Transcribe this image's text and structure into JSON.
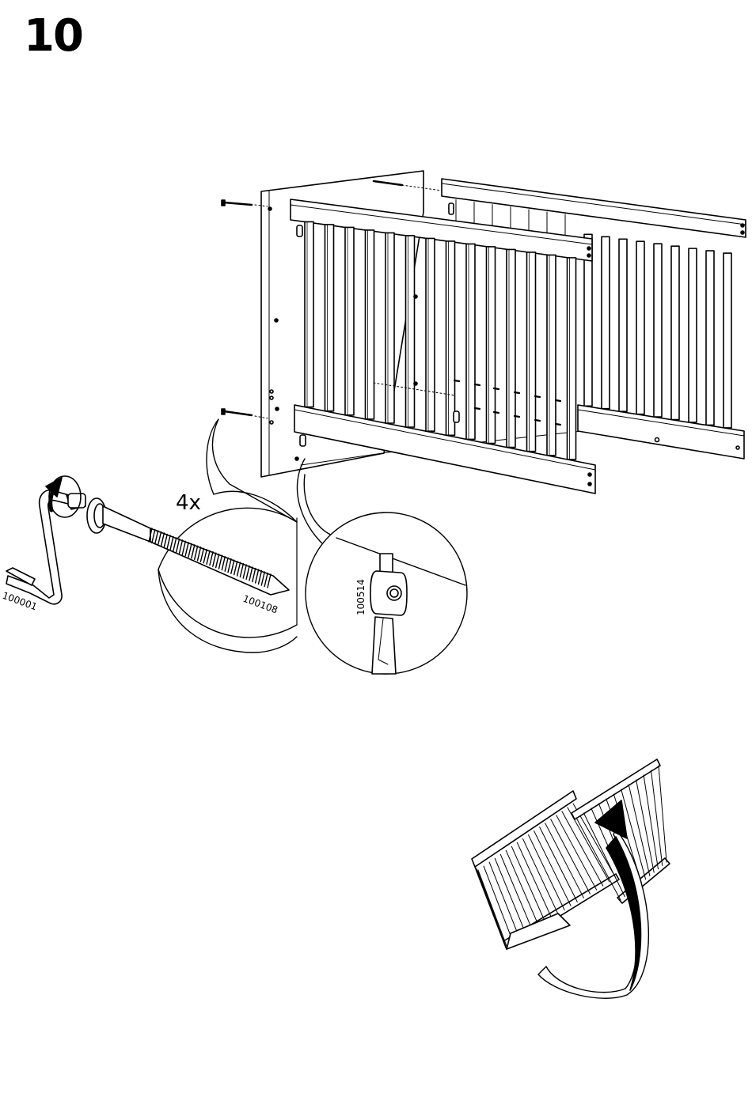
{
  "step": {
    "number": "10"
  },
  "callouts": {
    "quantity": "4x",
    "allen_key_part": "100001",
    "bolt_part": "100108",
    "barrel_nut_part": "100514"
  },
  "colors": {
    "ink": "#000000",
    "paper": "#ffffff"
  }
}
